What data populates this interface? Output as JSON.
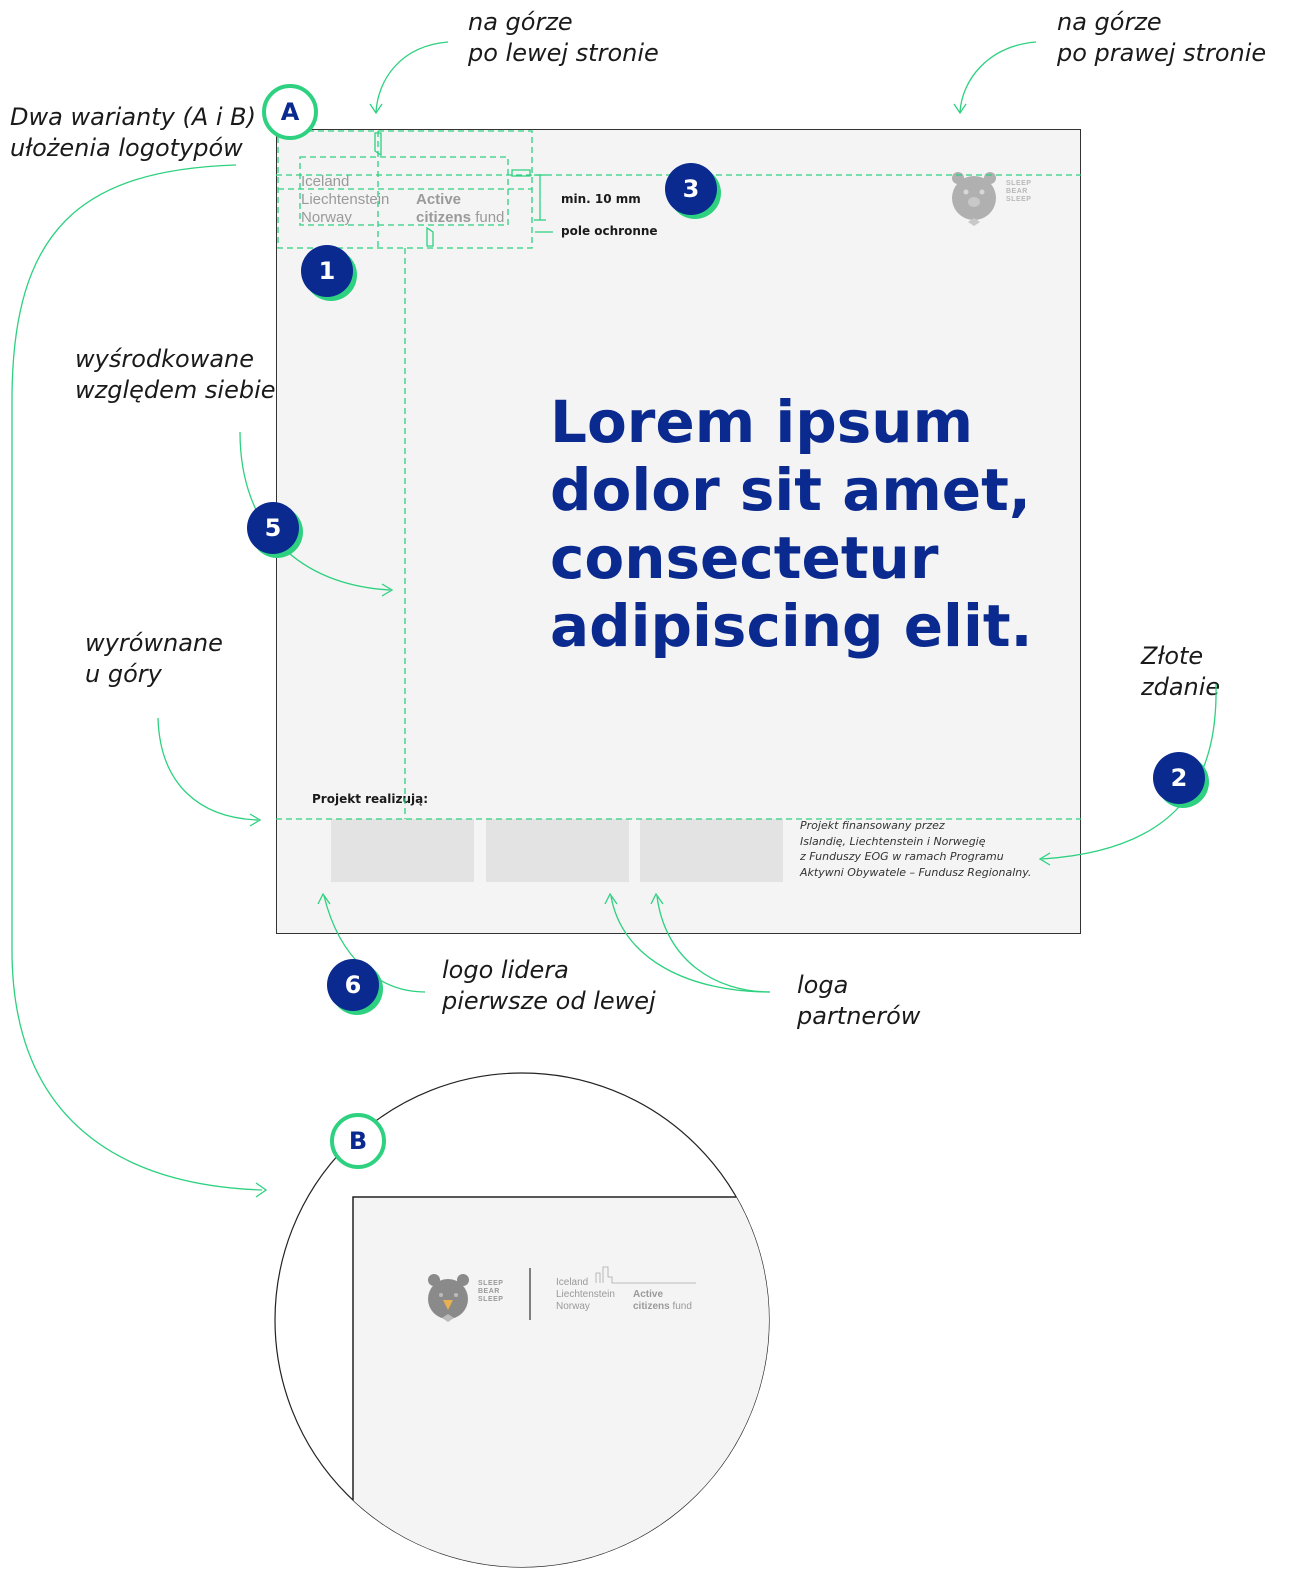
{
  "annotations": {
    "variants": "Dwa warianty (A i B)\nułożenia logotypów",
    "top_left": "na górze\npo lewej stronie",
    "top_right": "na górze\npo prawej stronie",
    "centered": "wyśrodkowane\nwzględem siebie",
    "aligned_top": "wyrównane\nu góry",
    "golden_sentence": "Złote zdanie",
    "leader_logo": "logo lidera\npierwsze od lewej",
    "partner_logos": "loga\npartnerów"
  },
  "badges": {
    "a": "A",
    "b": "B",
    "one": "1",
    "two": "2",
    "three": "3",
    "five": "5",
    "six": "6"
  },
  "sheet": {
    "headline": [
      "Lorem ipsum",
      "dolor sit amet,",
      "consectetur",
      "adipiscing elit."
    ],
    "min_margin": "min. 10 mm",
    "safe_zone": "pole ochronne",
    "project_label": "Projekt realizują:",
    "funding_note": "Projekt finansowany przez\nIslandię, Liechtenstein i Norwegię\nz Funduszy EOG w ramach Programu\nAktywni Obywatele – Fundusz Regionalny."
  },
  "eea_logo": {
    "countries": [
      "Iceland",
      "Liechtenstein",
      "Norway"
    ],
    "active": "Active",
    "citizens": "citizens",
    "fund": "fund"
  },
  "bear_logo": {
    "lines": [
      "SLEEP",
      "BEAR",
      "SLEEP"
    ]
  },
  "colors": {
    "navy": "#0b2a8f",
    "green": "#2dd17f",
    "sheet_bg": "#f4f4f4",
    "placeholder": "#e3e3e3"
  }
}
